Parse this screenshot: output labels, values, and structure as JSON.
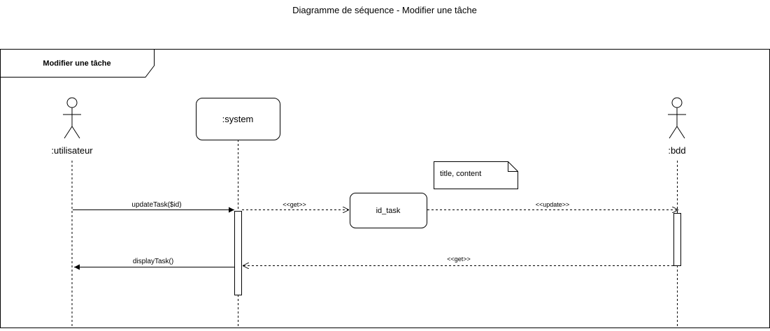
{
  "title": "Diagramme de séquence - Modifier une tâche",
  "frame": {
    "label": "Modifier une tâche"
  },
  "participants": {
    "user": {
      "label": ":utilisateur",
      "kind": "actor"
    },
    "system": {
      "label": ":system",
      "kind": "object"
    },
    "idtask": {
      "label": "id_task",
      "kind": "object"
    },
    "bdd": {
      "label": ":bdd",
      "kind": "actor"
    }
  },
  "note": {
    "text": "title, content"
  },
  "messages": {
    "update_task": {
      "label": "updateTask($id)",
      "style": "solid"
    },
    "get_request": {
      "label": "<<get>>",
      "style": "dashed"
    },
    "update": {
      "label": "<<update>>",
      "style": "dashed"
    },
    "get_return": {
      "label": "<<get>>",
      "style": "dashed"
    },
    "display_task": {
      "label": "displayTask()",
      "style": "solid"
    }
  },
  "colors": {
    "line": "#000000",
    "background": "#ffffff"
  }
}
